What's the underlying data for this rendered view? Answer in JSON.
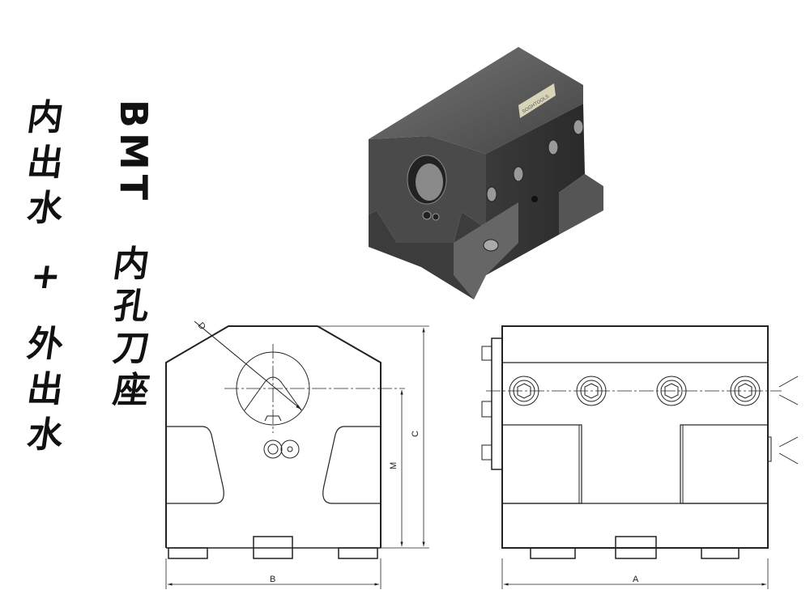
{
  "title_left": [
    "内",
    "出",
    "水",
    "+",
    "外",
    "出",
    "水"
  ],
  "title_right_prefix": "BMT",
  "title_right": [
    "内",
    "孔",
    "刀",
    "座"
  ],
  "product_label": "SOGHTOOLS",
  "dimensions": {
    "D": "D",
    "C": "C",
    "M": "M",
    "B": "B",
    "A": "A"
  }
}
